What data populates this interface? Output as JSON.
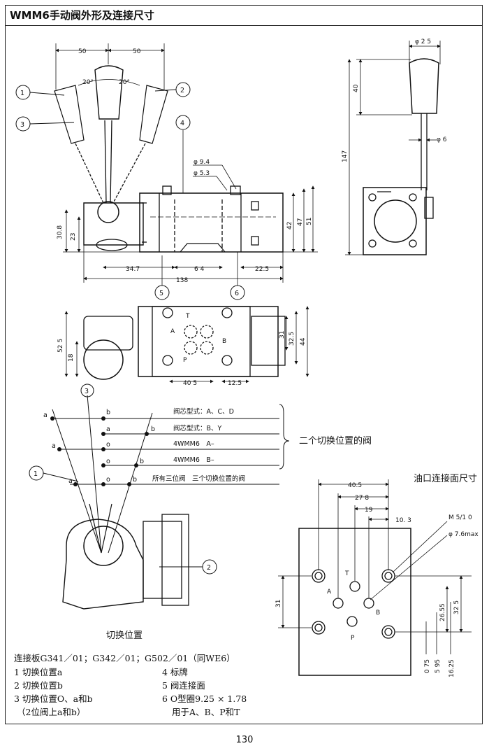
{
  "title": "WMM6手动阀外形及连接尺寸",
  "page_number": "130",
  "callouts": [
    "1",
    "2",
    "3",
    "4",
    "5",
    "6"
  ],
  "front_view": {
    "dims": {
      "top_left": "50",
      "top_right": "50",
      "angle_left": "20°",
      "angle_right": "20°",
      "h_30_8": "30.8",
      "h_23": "23",
      "h_42": "42",
      "h_47": "47",
      "h_51": "51",
      "w_34_7": "34.7",
      "w_64": "6 4",
      "w_22_5": "22.5",
      "w_138": "138",
      "phi_9_4": "φ 9.4",
      "phi_5_3": "φ 5.3"
    }
  },
  "side_view": {
    "dims": {
      "phi_25": "φ 2 5",
      "h_40": "40",
      "phi_6": "φ 6",
      "h_147": "147"
    }
  },
  "top_view": {
    "ports": [
      "T",
      "A",
      "B",
      "P"
    ],
    "dims": {
      "h_52_5": "52 5",
      "h_18": "18",
      "h_31": "31",
      "h_32_5": "32.5",
      "h_44": "44",
      "w_40_5": "40 5",
      "w_12_5": "12.5"
    }
  },
  "positions_diagram": {
    "letters_a": "a",
    "letters_b": "b",
    "letters_o": "o",
    "rows": [
      "阀芯型式：A、C、D",
      "阀芯型式：B、Y",
      "4WMM6　A–",
      "4WMM6　B–",
      "所有三位阀　三个切换位置的阀"
    ],
    "brace_label": "二个切换位置的阀",
    "caption": "切换位置"
  },
  "port_face": {
    "title": "油口连接面尺寸",
    "ports": [
      "T",
      "A",
      "B",
      "P"
    ],
    "dims": {
      "w_40_5": "40.5",
      "w_27_8": "27 8",
      "w_19": "19",
      "w_10_3": "10. 3",
      "thread": "M 5/1 0",
      "phi_max": "φ 7.6max",
      "h_31": "31",
      "h_26_55": "26.55",
      "h_32_5": "32 5",
      "v_0_75": "0 75",
      "v_5_95": "5 95",
      "v_16_25": "16.25"
    }
  },
  "legend": {
    "header": "连接板G341／01；G342／01；G502／01（同WE6）",
    "items_left": [
      "1  切换位置a",
      "2  切换位置b",
      "3  切换位置O、a和b",
      "（2位阀上a和b）"
    ],
    "items_right": [
      "4  标牌",
      "5 阀连接面",
      "6  O型圈9.25 × 1.78",
      "用于A、B、P和T"
    ]
  }
}
